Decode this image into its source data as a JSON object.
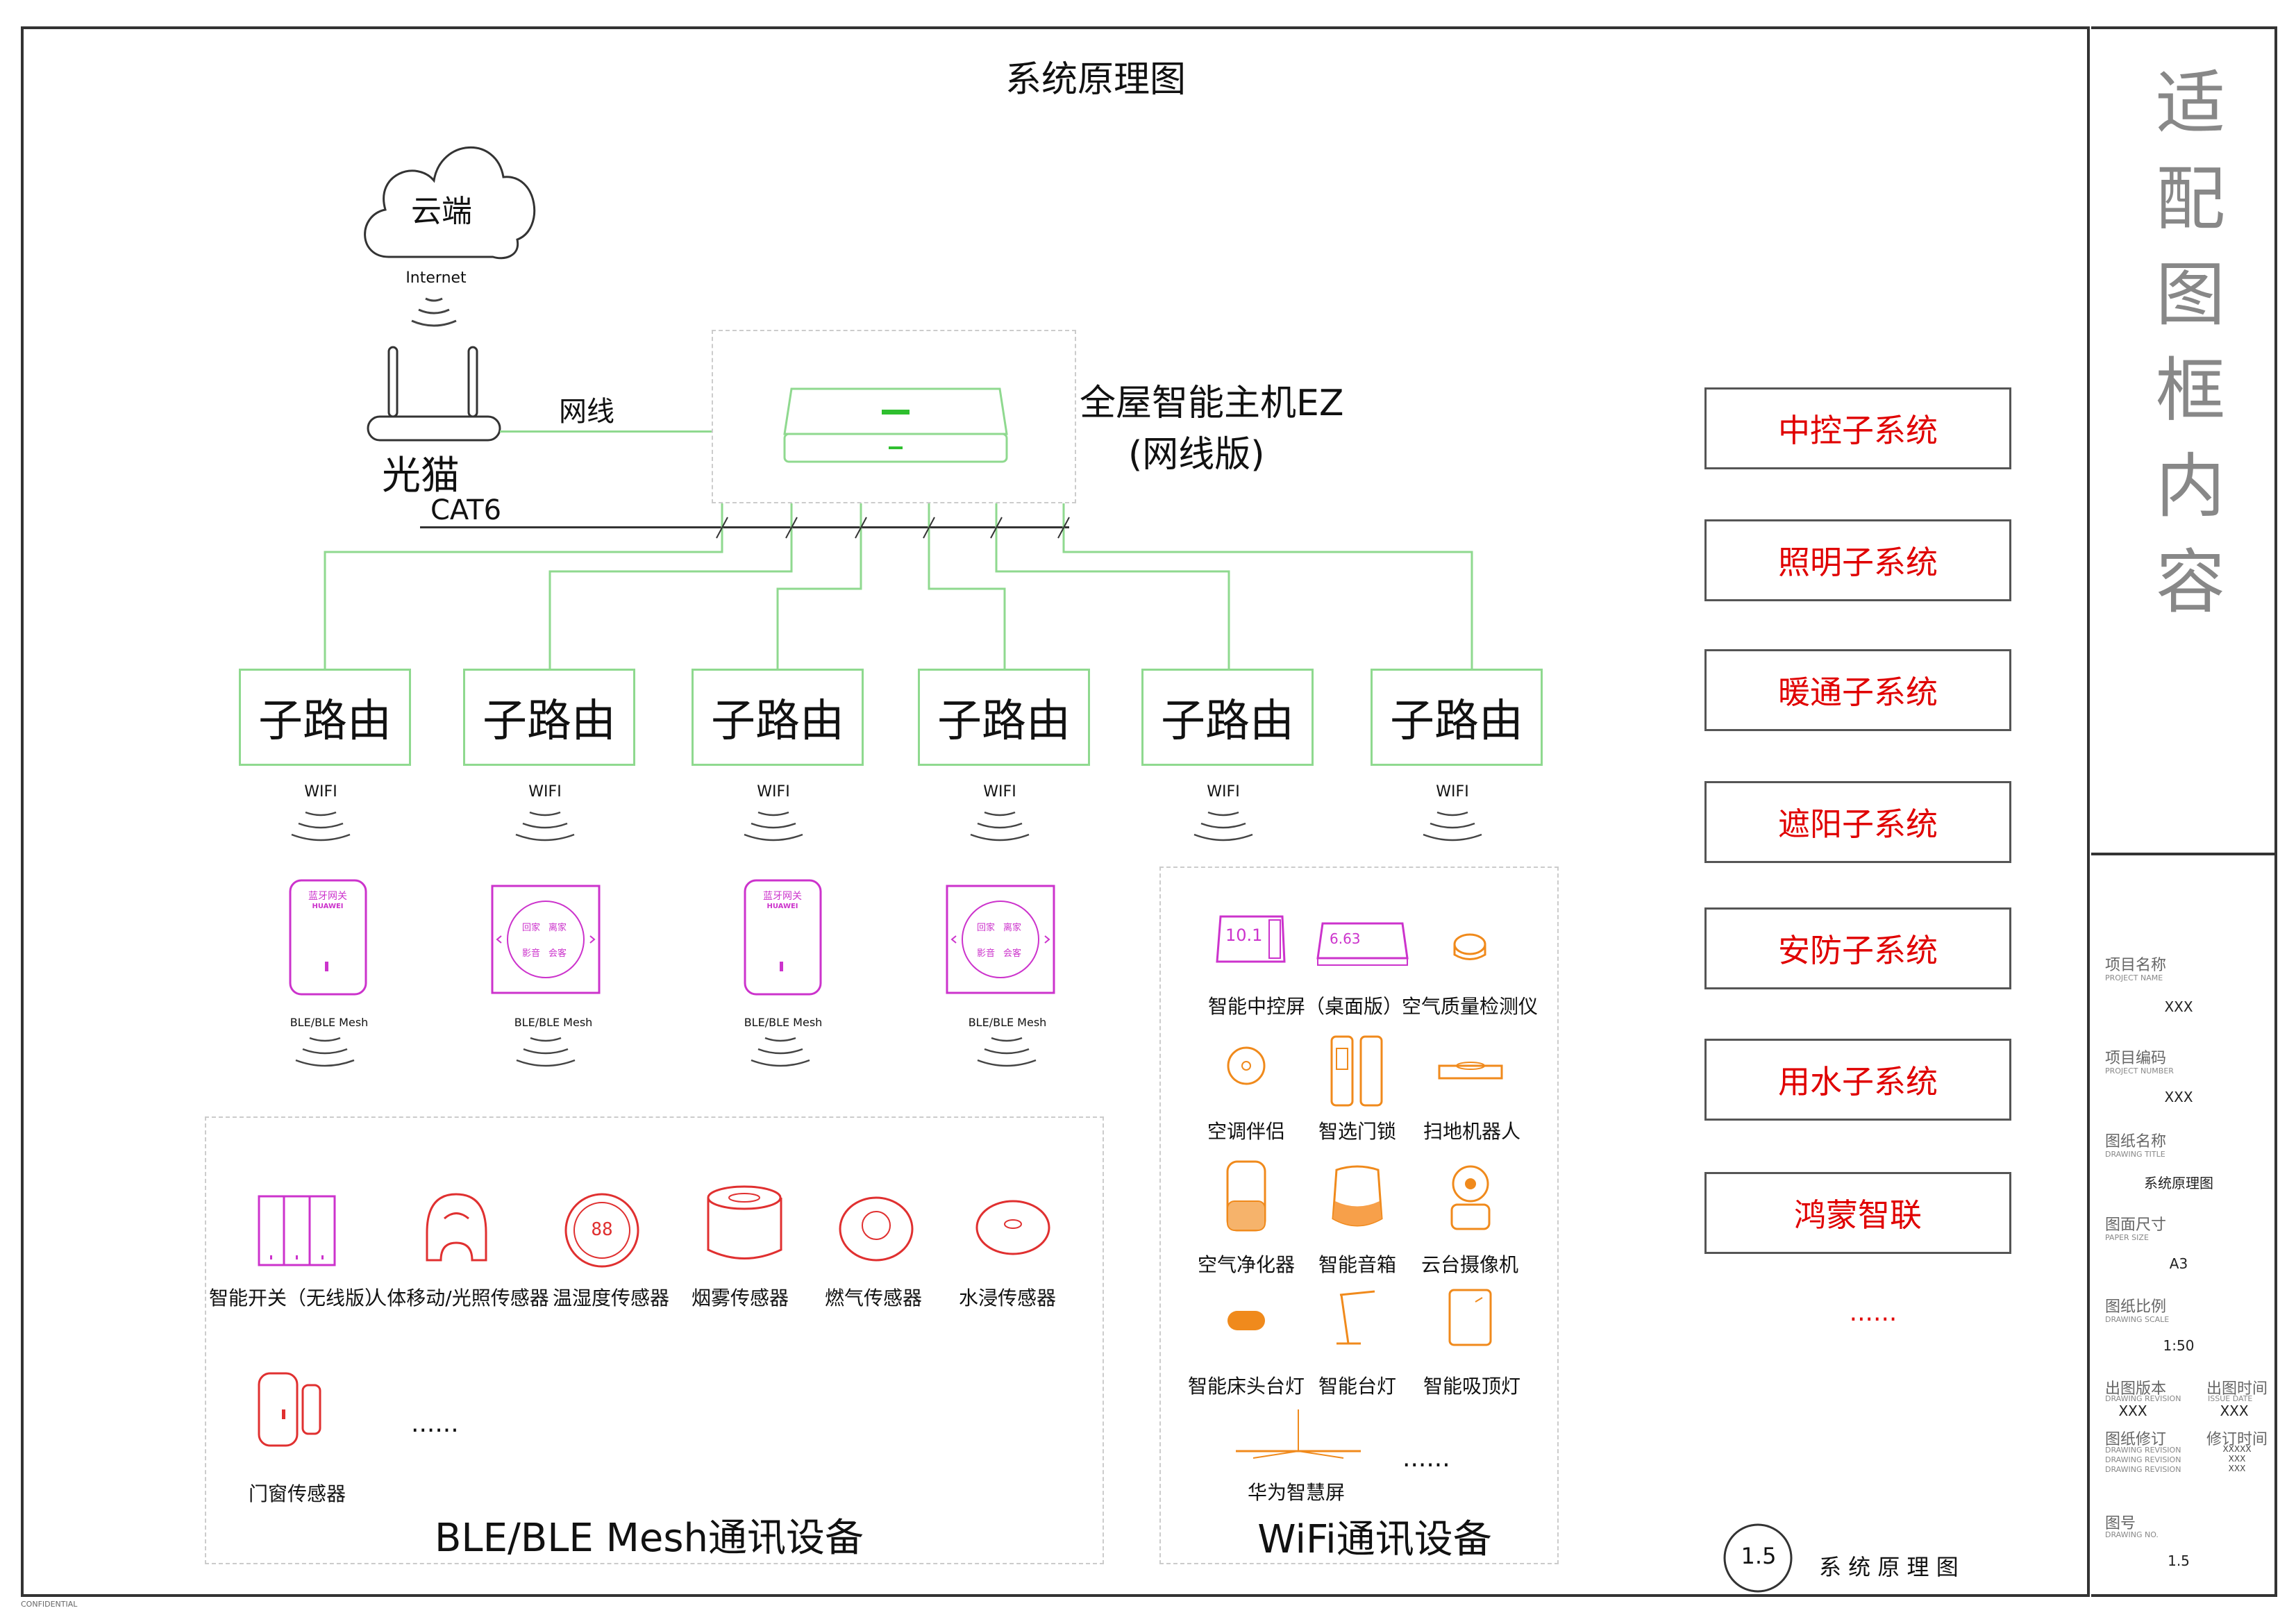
{
  "title": "系统原理图",
  "cloud": {
    "label": "云端",
    "internet": "Internet"
  },
  "modem": {
    "label": "光猫"
  },
  "cable": {
    "net": "网线",
    "cat6": "CAT6"
  },
  "host": {
    "line1": "全屋智能主机EZ",
    "line2": "(网线版)"
  },
  "routers": {
    "label": "子路由",
    "wifi": "WIFI",
    "ble": "BLE/BLE Mesh",
    "gateway_title": "蓝牙网关",
    "gateway_brand": "HUAWEI",
    "panel_keys": [
      "回家",
      "离家",
      "影音",
      "会客"
    ]
  },
  "subsystems": [
    "中控子系统",
    "照明子系统",
    "暖通子系统",
    "遮阳子系统",
    "安防子系统",
    "用水子系统",
    "鸿蒙智联"
  ],
  "subsystems_more": "......",
  "ble_devices": {
    "title": "BLE/BLE Mesh通讯设备",
    "items": [
      "智能开关（无线版）",
      "人体移动/光照传感器",
      "温湿度传感器",
      "烟雾传感器",
      "燃气传感器",
      "水浸传感器",
      "门窗传感器"
    ],
    "more": "......"
  },
  "wifi_devices": {
    "title": "WiFi通讯设备",
    "items": [
      "智能中控屏（桌面版）",
      "空气质量检测仪",
      "空调伴侣",
      "智选门锁",
      "扫地机器人",
      "空气净化器",
      "智能音箱",
      "云台摄像机",
      "智能床头台灯",
      "智能台灯",
      "智能吸顶灯",
      "华为智慧屏"
    ],
    "screen1": "10.1",
    "screen2": "6.63",
    "more": "......"
  },
  "titleblock": {
    "heading": "适配图框内容",
    "project_name": {
      "cn": "项目名称",
      "en": "PROJECT NAME",
      "value": "XXX"
    },
    "project_number": {
      "cn": "项目编码",
      "en": "PROJECT NUMBER",
      "value": "XXX"
    },
    "drawing_title": {
      "cn": "图纸名称",
      "en": "DRAWING TITLE",
      "value": "系统原理图"
    },
    "paper_size": {
      "cn": "图面尺寸",
      "en": "PAPER SIZE",
      "value": "A3"
    },
    "drawing_scale": {
      "cn": "图纸比例",
      "en": "DRAWING SCALE",
      "value": "1:50"
    },
    "drawing_revision": {
      "cn": "出图版本",
      "en": "DRAWING REVISION",
      "value": "XXX"
    },
    "issue_date": {
      "cn": "出图时间",
      "en": "ISSUE DATE",
      "value": "XXX"
    },
    "revision_note": {
      "cn": "图纸修订",
      "en": "DRAWING REVISION",
      "en2": "DRAWING REVISION",
      "en3": "DRAWING REVISION"
    },
    "revision_date": {
      "cn": "修订时间",
      "v1": "XXXXX",
      "v2": "XXX",
      "v3": "XXX"
    },
    "drawing_no": {
      "cn": "图号",
      "en": "DRAWING NO.",
      "value": "1.5"
    }
  },
  "footer": {
    "circle": "1.5",
    "caption": "系 统 原 理 图",
    "confidential": "CONFIDENTIAL"
  },
  "colors": {
    "green": "#8fd98f",
    "magenta": "#cc33cc",
    "red": "#e03030",
    "orange": "#f08a1c",
    "subsystem": "#e00000"
  }
}
